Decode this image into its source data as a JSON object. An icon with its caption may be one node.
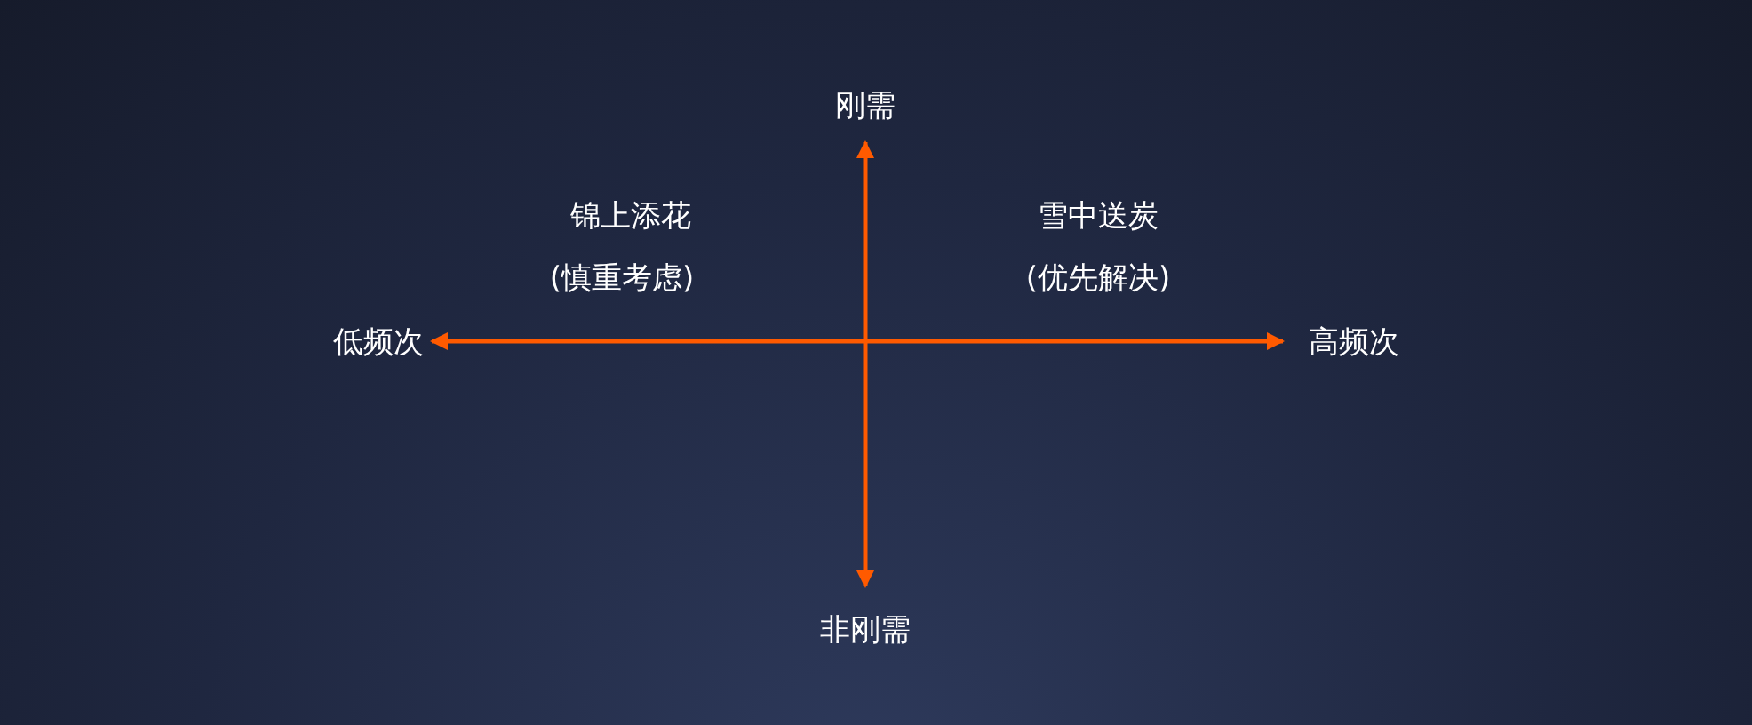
{
  "diagram": {
    "labels": [
      "刚需",
      "锦上添花",
      "(慎重考虑)",
      "雪中送炭",
      "(优先解决)",
      "低频次",
      "高频次",
      "非刚需"
    ]
  }
}
